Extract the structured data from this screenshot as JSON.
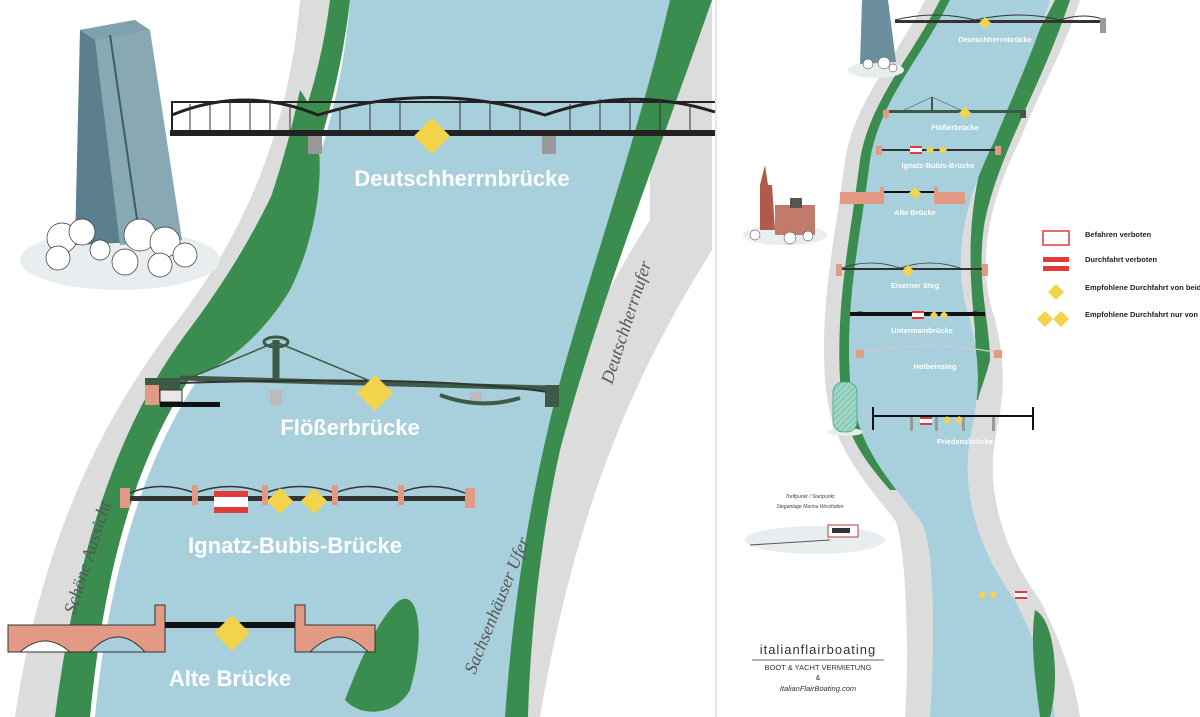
{
  "colors": {
    "water": "#a8cfdc",
    "grass": "#3a8d4f",
    "bank": "#dcdcdc",
    "pier": "#e39a85",
    "marker": "#f3d34a",
    "forbidden": "#e23a3a"
  },
  "detail_map": {
    "bridges": [
      {
        "name": "Deutschherrnbrücke"
      },
      {
        "name": "Flößerbrücke"
      },
      {
        "name": "Ignatz-Bubis-Brücke"
      },
      {
        "name": "Alte Brücke"
      }
    ],
    "shores": {
      "left": "Schöne Aussicht",
      "right_upper": "Deutschherrnufer",
      "right_lower": "Sachsenhäuser Ufer"
    }
  },
  "overview_map": {
    "bridges": [
      {
        "name": "Deutschherrnbrücke"
      },
      {
        "name": "Flößerbrücke"
      },
      {
        "name": "Ignatz-Bubis-Brücke"
      },
      {
        "name": "Alte Brücke"
      },
      {
        "name": "Eiserner Steg"
      },
      {
        "name": "Untermainbrücke"
      },
      {
        "name": "Holbeinsteg"
      },
      {
        "name": "Friedensbrücke"
      }
    ],
    "harbor_note": {
      "line1": "Treffpunkt / Startpunkt",
      "line2": "Steganlage Marina Westhafen"
    }
  },
  "legend": {
    "items": [
      {
        "icon": "outlined-red-box-icon",
        "label": "Befahren verboten"
      },
      {
        "icon": "red-stripes-icon",
        "label": "Durchfahrt verboten"
      },
      {
        "icon": "single-diamond-icon",
        "label": "Empfohlene Durchfahrt von beiden Seiten"
      },
      {
        "icon": "double-diamond-icon",
        "label": "Empfohlene Durchfahrt nur von dieser Seite"
      }
    ]
  },
  "branding": {
    "logo": "italianflairboating",
    "tagline": "BOOT & YACHT VERMIETUNG",
    "website": "ItalianFlairBoating.com"
  }
}
